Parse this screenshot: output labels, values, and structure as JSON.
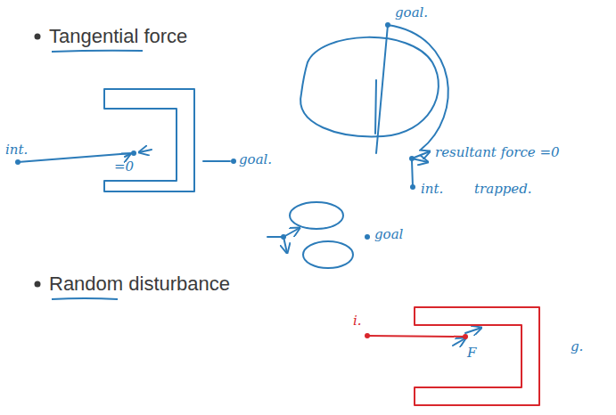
{
  "diagram": {
    "labels": [
      "Tangential force",
      "int.",
      "=0",
      "goal.",
      "goal.",
      "resultant force =0",
      "int.",
      "trapped.",
      "goal",
      "Random disturbance",
      "i.",
      "F",
      "g."
    ]
  }
}
